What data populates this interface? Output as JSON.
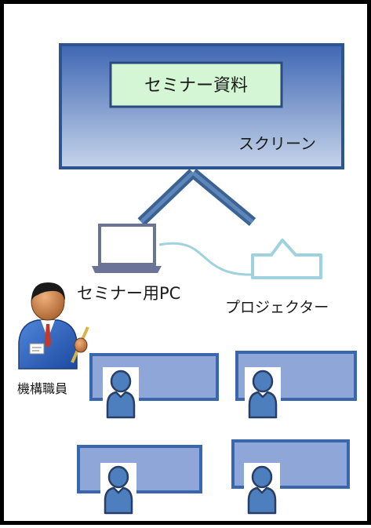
{
  "diagram": {
    "screen": {
      "label": "スクリーン"
    },
    "seminar_material": {
      "label": "セミナー資料"
    },
    "seminar_pc": {
      "label": "セミナー用PC"
    },
    "projector": {
      "label": "プロジェクター"
    },
    "staff": {
      "label": "機構職員"
    },
    "colors": {
      "border": "#000000",
      "screen_top": "#3f67b3",
      "screen_bottom": "#c6d4ea",
      "screen_stroke": "#2c558f",
      "material_fill": "#d4f6d4",
      "stand": "#3a6293",
      "laptop": "#6b7497",
      "cable": "#9fd2de",
      "projector": "#9fd2de",
      "desk_fill": "#8ea7d8",
      "desk_stroke": "#3a66ad",
      "person": "#4d7fbf",
      "person_stroke": "#283e66"
    }
  }
}
